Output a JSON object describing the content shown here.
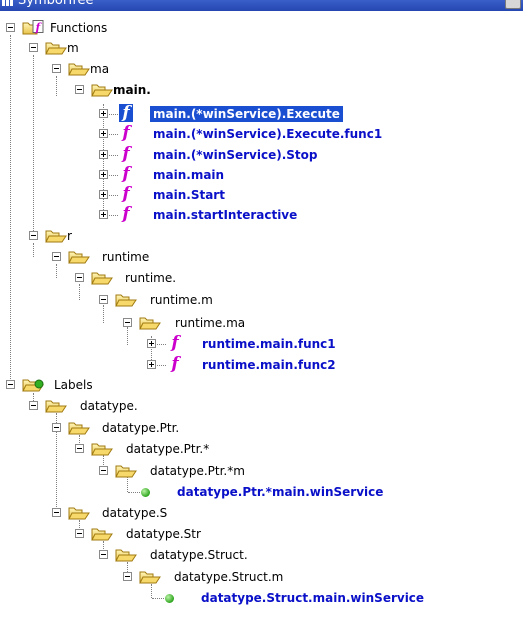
{
  "window": {
    "title": "SymbolTree"
  },
  "tree": {
    "functions_label": "Functions",
    "m_label": "m",
    "ma_label": "ma",
    "main_label": "main.",
    "main_items": [
      "main.(*winService).Execute",
      "main.(*winService).Execute.func1",
      "main.(*winService).Stop",
      "main.main",
      "main.Start",
      "main.startInteractive"
    ],
    "r_label": "r",
    "runtime_label": "runtime",
    "runtime_dot_label": "runtime.",
    "runtime_m_label": "runtime.m",
    "runtime_ma_label": "runtime.ma",
    "runtime_items": [
      "runtime.main.func1",
      "runtime.main.func2"
    ],
    "labels_label": "Labels",
    "datatype_label": "datatype.",
    "ptr_label": "datatype.Ptr.",
    "ptr_star_label": "datatype.Ptr.*",
    "ptr_star_m_label": "datatype.Ptr.*m",
    "ptr_leaf": "datatype.Ptr.*main.winService",
    "s_label": "datatype.S",
    "str_label": "datatype.Str",
    "struct_label": "datatype.Struct.",
    "struct_m_label": "datatype.Struct.m",
    "struct_leaf": "datatype.Struct.main.winService"
  },
  "colors": {
    "selection": "#1b4fd2",
    "function_text": "#0a10c8",
    "function_icon": "#cc00cc"
  }
}
